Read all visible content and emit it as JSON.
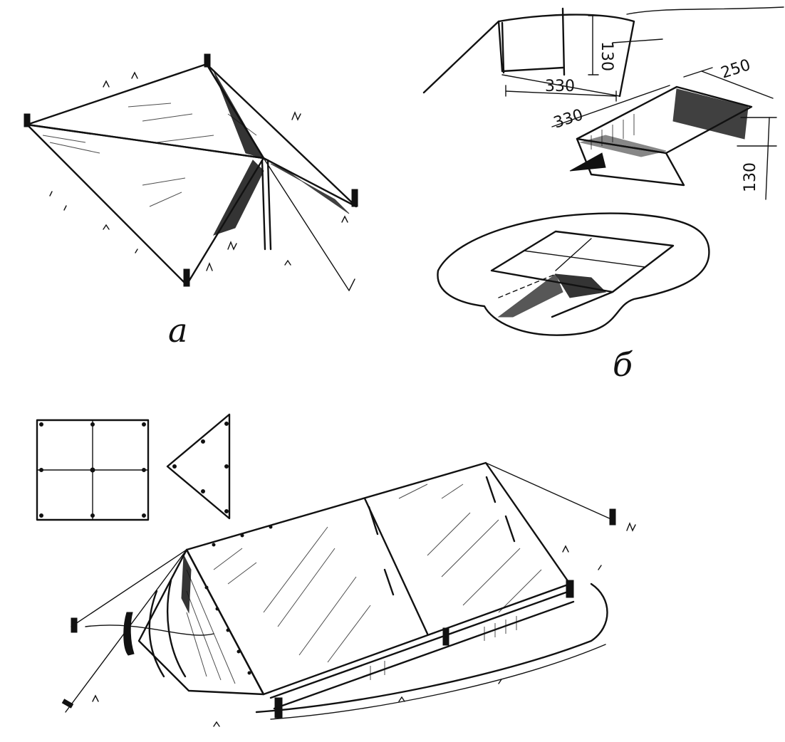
{
  "panels": {
    "a": {
      "label": "а"
    },
    "b": {
      "label": "б",
      "dimensions": {
        "trench_length_top": "330",
        "trench_height_top": "130",
        "pit_length": "330",
        "pit_width": "250",
        "pit_depth": "130"
      }
    }
  },
  "colors": {
    "ink": "#111111",
    "paper": "#ffffff"
  }
}
